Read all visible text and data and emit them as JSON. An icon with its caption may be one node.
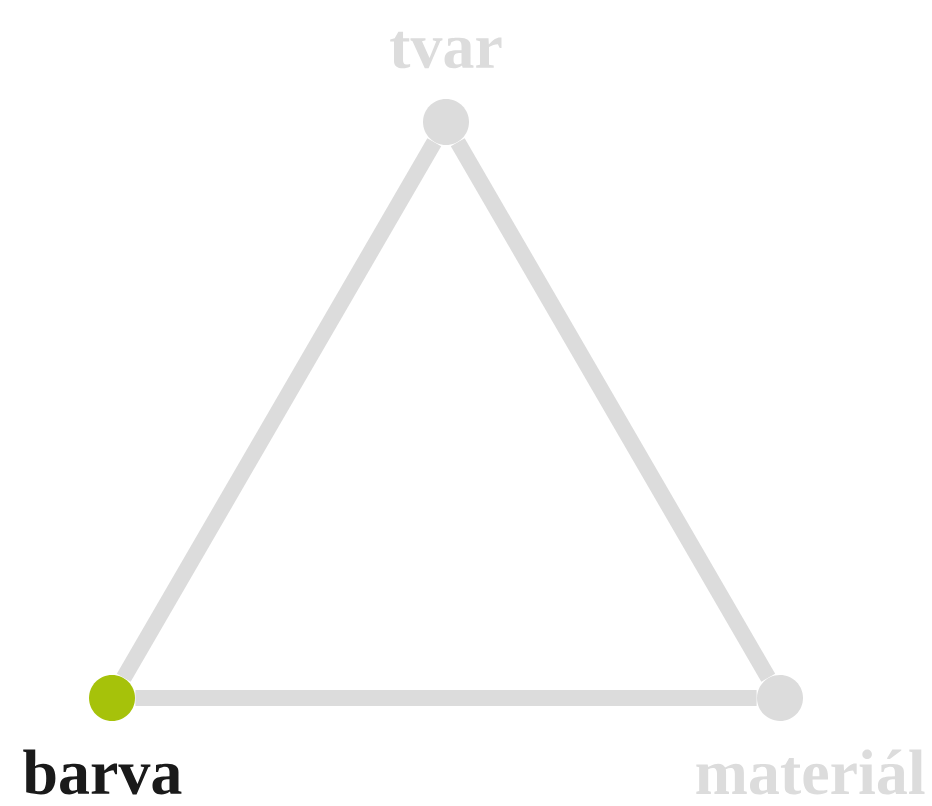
{
  "diagram": {
    "nodes": [
      {
        "text": [
          "tvar"
        ]
      },
      {
        "text": [
          "barva"
        ]
      },
      {
        "text": [
          "materiál"
        ]
      }
    ],
    "edges": [
      {
        "from": 0,
        "to": 1,
        "arrow": "none"
      },
      {
        "from": 1,
        "to": 2,
        "arrow": "none"
      },
      {
        "from": 2,
        "to": 0,
        "arrow": "none"
      }
    ]
  }
}
